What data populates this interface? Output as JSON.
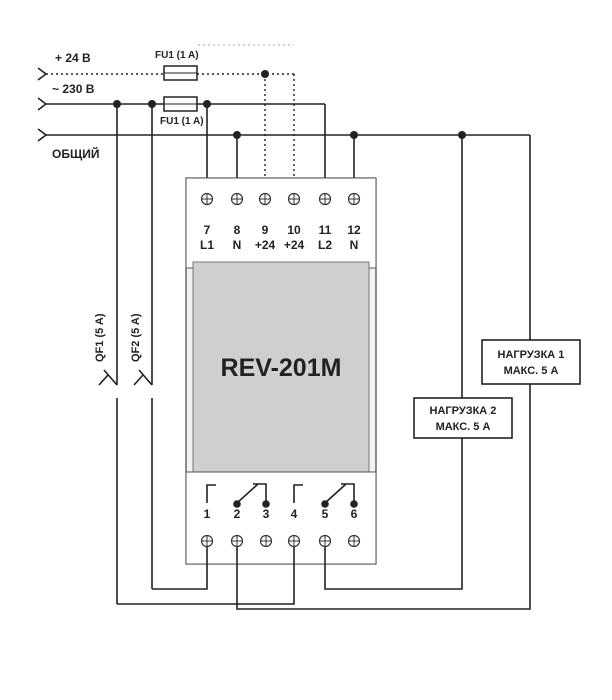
{
  "inputs": {
    "plus24": "+ 24 В",
    "ac230": "~ 230 В",
    "common": "ОБЩИЙ"
  },
  "fuses": {
    "fu_top": "FU1 (1 A)",
    "fu_bottom": "FU1 (1 A)"
  },
  "breakers": {
    "qf1": "QF1 (5 A)",
    "qf2": "QF2 (5 A)"
  },
  "device": {
    "model": "REV-201M"
  },
  "top_terminals": [
    {
      "num": "7",
      "label": "L1"
    },
    {
      "num": "8",
      "label": "N"
    },
    {
      "num": "9",
      "label": "+24"
    },
    {
      "num": "10",
      "label": "+24"
    },
    {
      "num": "11",
      "label": "L2"
    },
    {
      "num": "12",
      "label": "N"
    }
  ],
  "bottom_terminals": [
    "1",
    "2",
    "3",
    "4",
    "5",
    "6"
  ],
  "loads": {
    "load1_line1": "НАГРУЗКА 1",
    "load1_line2": "МАКС. 5 А",
    "load2_line1": "НАГРУЗКА 2",
    "load2_line2": "МАКС. 5 А"
  },
  "colors": {
    "line": "#222222",
    "device_body": "#f2f2f2",
    "device_panel": "#cccccc"
  }
}
